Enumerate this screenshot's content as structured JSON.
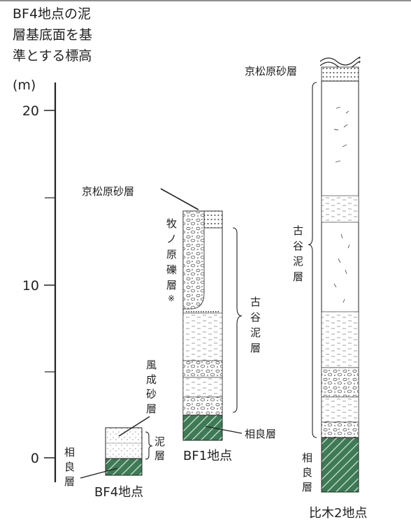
{
  "axis": {
    "title_lines": [
      "BF4地点の泥",
      "層基底面を基",
      "準とする標高"
    ],
    "unit": "(m)",
    "ticks": [
      "0",
      "10",
      "20"
    ]
  },
  "sites": {
    "bf4": "BF4地点",
    "bf1": "BF1地点",
    "hiki": "比木2地点"
  },
  "labels": {
    "kyomatsubara_bf1": "京松原砂層",
    "kyomatsubara_hiki": "京松原砂層",
    "makinohara": "牧ノ原礫層※",
    "furuya_bf1": "古谷泥層",
    "furuya_hiki": "古谷泥層",
    "fusei": "風成砂層",
    "deisou": "泥層",
    "sagara_bf1": "相良層",
    "sagara_bf4": "相良層",
    "sagara_hiki": "相良層"
  },
  "colors": {
    "sagara_fill": "#3d7a55",
    "hatch": "#d8e8dc",
    "line": "#222222"
  }
}
